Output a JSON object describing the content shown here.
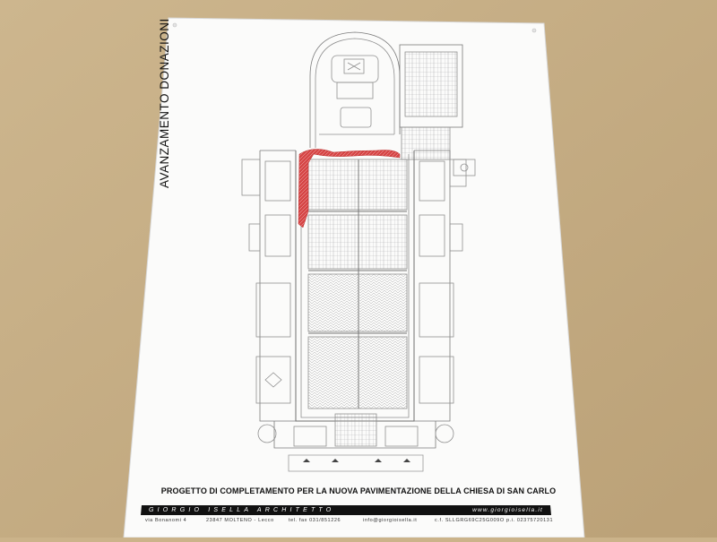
{
  "board": {
    "vertical_title": "AVANZAMENTO DONAZIONI",
    "caption": "PROGETTO DI COMPLETAMENTO PER LA NUOVA PAVIMENTAZIONE DELLA CHIESA DI SAN CARLO",
    "firm_name": "GIORGIO ISELLA ARCHITETTO",
    "website": "www.giorgioisella.it",
    "contacts": {
      "address": "via Bonanomi 4",
      "city": "23847 MOLTENO - Lecco",
      "phone": "tel. fax 031/851226",
      "email": "info@giorgioisella.it",
      "tax_code": "c.f. SLLGRG69C25G009O",
      "vat": "p.i. 02375720131"
    }
  },
  "colors": {
    "wall": "#c8ae84",
    "panel": "#fbfbfa",
    "line": "#8e8e8e",
    "dark_line": "#444444",
    "donation_fill": "#d23b3b",
    "band": "#111111"
  }
}
